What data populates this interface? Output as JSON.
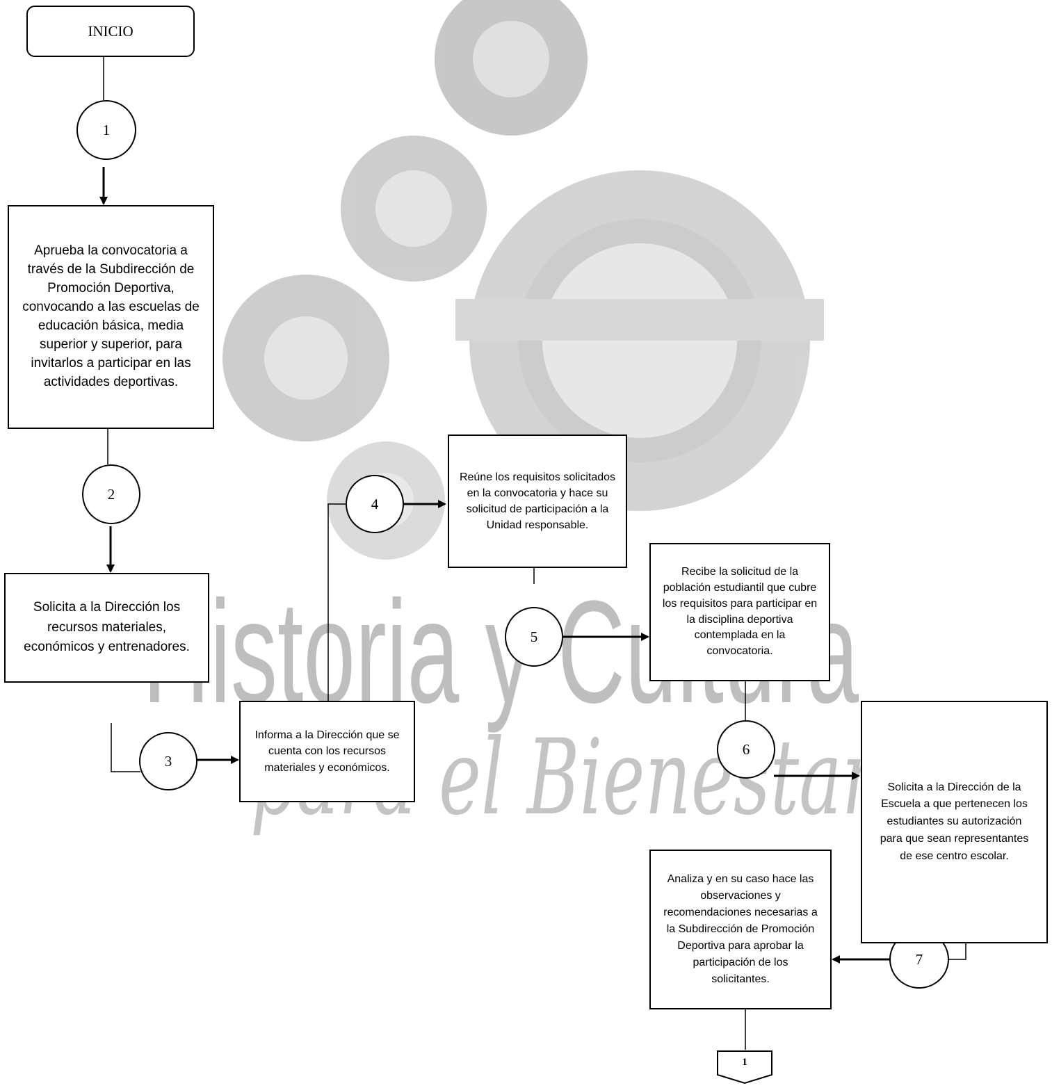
{
  "watermark": {
    "line1": "Historia y Cultura",
    "line2": "para el Bienestar",
    "tint": "#8a8a8a"
  },
  "nodes": {
    "start": "INICIO",
    "c1": "1",
    "box1": "Aprueba la convocatoria a través de la Subdirección de Promoción Deportiva, convocando a las escuelas de educación básica, media superior y superior, para invitarlos a participar en las actividades deportivas.",
    "c2": "2",
    "box2": "Solicita a la Dirección los recursos materiales, económicos y entrenadores.",
    "c3": "3",
    "box3": "Informa a la Dirección que se cuenta con los recursos materiales y económicos.",
    "c4": "4",
    "box4": "Reúne los requisitos solicitados en la convocatoria y hace su solicitud de participación a la Unidad responsable.",
    "c5": "5",
    "box5": "Recibe la solicitud de la población estudiantil que cubre los requisitos para participar en la disciplina deportiva contemplada en la convocatoria.",
    "c6": "6",
    "box6": "Solicita a la Dirección de la Escuela a que pertenecen los estudiantes su autorización para que sean representantes de ese centro escolar.",
    "c7": "7",
    "box7": "Analiza y en su caso hace las observaciones y recomendaciones necesarias a la Subdirección de Promoción Deportiva para aprobar la participación de los solicitantes.",
    "offpage": "1"
  }
}
